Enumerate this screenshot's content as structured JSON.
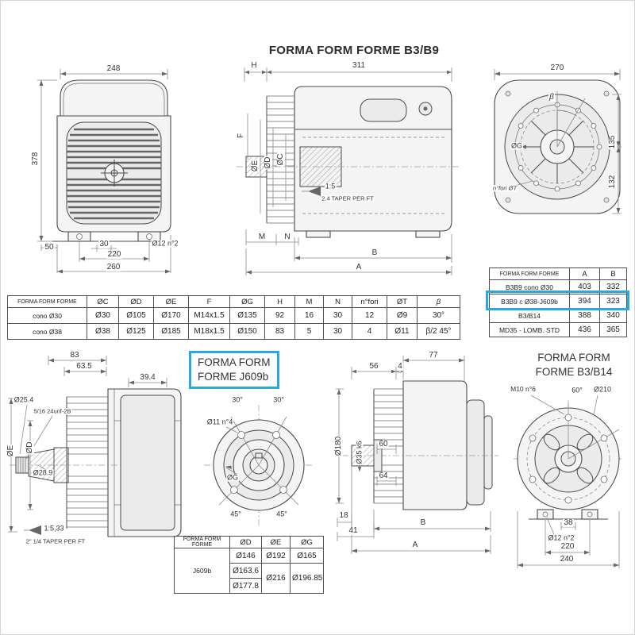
{
  "page": {
    "title": "FORMA FORM FORME B3/B9"
  },
  "highlight_color": "#29a9dc",
  "front_view": {
    "dim_width": "248",
    "dim_height": "378",
    "dim_50": "50",
    "dim_30": "30",
    "dim_holes": "Ø12 n°2",
    "dim_220": "220",
    "dim_260": "260"
  },
  "side_view": {
    "dim_h": "H",
    "dim_311": "311",
    "dim_f": "F",
    "dim_oe": "ØE",
    "dim_od": "ØD",
    "dim_oc": "ØC",
    "taper_ratio": "1:5",
    "taper_note": "2.4 TAPER PER FT",
    "dim_m": "M",
    "dim_n": "N",
    "dim_b": "B",
    "dim_a": "A"
  },
  "rear_view": {
    "dim_270": "270",
    "dim_beta": "β",
    "dim_og": "ØG",
    "dim_fori": "n°fori ØT",
    "dim_135": "135",
    "dim_132": "132"
  },
  "ab_table": {
    "headers": [
      "FORMA FORM FORME",
      "A",
      "B"
    ],
    "rows": [
      {
        "name": "B3B9 cono Ø30",
        "a": "403",
        "b": "332"
      },
      {
        "name": "B3B9 c Ø38-J609b",
        "a": "394",
        "b": "323"
      },
      {
        "name": "B3/B14",
        "a": "388",
        "b": "340"
      },
      {
        "name": "MD35 - LOMB. STD",
        "a": "436",
        "b": "365"
      }
    ]
  },
  "main_table": {
    "headers": [
      "FORMA FORM FORME",
      "ØC",
      "ØD",
      "ØE",
      "F",
      "ØG",
      "H",
      "M",
      "N",
      "n°fori",
      "ØT",
      "β"
    ],
    "rows": [
      {
        "name": "cono Ø30",
        "oc": "Ø30",
        "od": "Ø105",
        "oe": "Ø170",
        "f": "M14x1.5",
        "og": "Ø135",
        "h": "92",
        "m": "16",
        "n": "30",
        "fori": "12",
        "ot": "Ø9",
        "beta": "30°"
      },
      {
        "name": "cono Ø38",
        "oc": "Ø38",
        "od": "Ø125",
        "oe": "Ø185",
        "f": "M18x1.5",
        "og": "Ø150",
        "h": "83",
        "m": "5",
        "n": "30",
        "fori": "4",
        "ot": "Ø11",
        "beta": "β/2 45°"
      }
    ]
  },
  "j609b": {
    "label_line1": "FORMA FORM",
    "label_line2": "FORME J609b",
    "section_view": {
      "dim_83": "83",
      "dim_63_5": "63.5",
      "dim_39_4": "39.4",
      "dim_25_4": "Ø25.4",
      "thread": "5/16 24unf-2B",
      "dim_oe": "ØE",
      "dim_od": "ØD",
      "dim_28_9": "Ø28.9",
      "taper_ratio": "1:5,33",
      "taper_note": "2\" 1/4 TAPER PER FT"
    },
    "flange_view": {
      "angle_top_left": "30°",
      "angle_top_right": "30°",
      "holes": "Ø11 n°4",
      "dim_og": "ØG",
      "angle_bottom_left": "45°",
      "angle_bottom_right": "45°"
    },
    "table": {
      "headers": [
        "FORMA FORM FORME",
        "ØD",
        "ØE",
        "ØG"
      ],
      "row_name": "J609b",
      "od": [
        "Ø146",
        "Ø163.6",
        "Ø177.8"
      ],
      "oe": [
        "Ø192",
        "Ø216"
      ],
      "og": [
        "Ø165",
        "Ø196.85"
      ]
    }
  },
  "mid_side_view": {
    "dim_77": "77",
    "dim_56": "56",
    "dim_4": "4",
    "dim_180": "Ø180",
    "dim_35": "Ø35 k6",
    "dim_60": "60",
    "dim_64": "64",
    "dim_18": "18",
    "dim_41": "41",
    "dim_b": "B",
    "dim_a": "A"
  },
  "b3b14": {
    "label_line1": "FORMA FORM",
    "label_line2": "FORME B3/B14",
    "flange_view": {
      "bolts": "M10 n°6",
      "angle": "60°",
      "dim_210": "Ø210",
      "dim_38": "38",
      "holes": "Ø12 n°2",
      "dim_220": "220",
      "dim_240": "240"
    }
  }
}
